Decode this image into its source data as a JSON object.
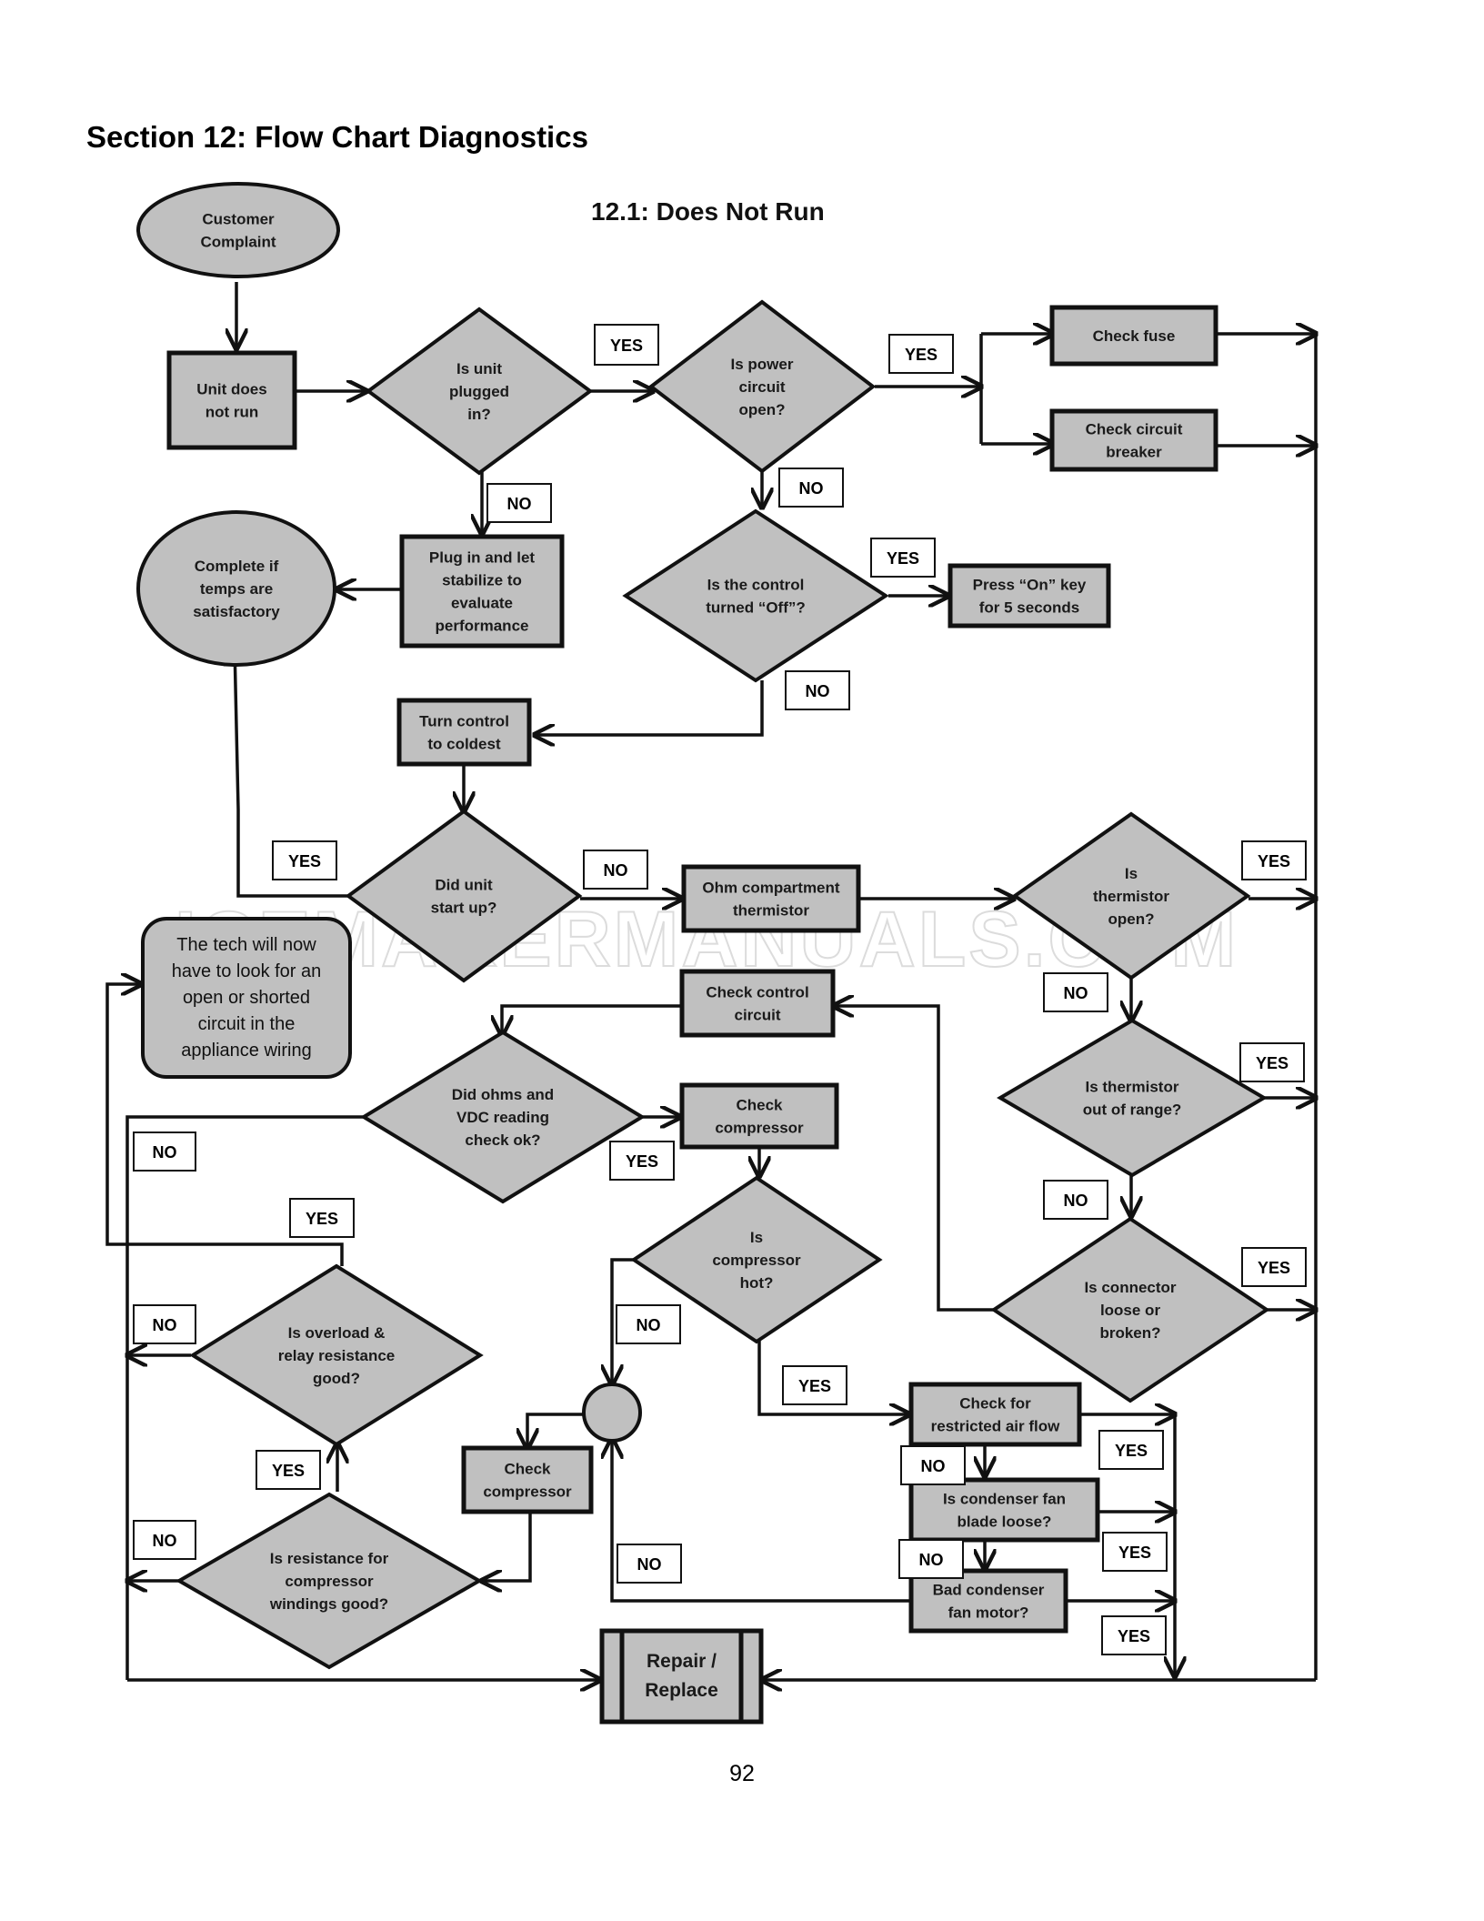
{
  "page": {
    "title": "Section 12: Flow Chart Diagnostics",
    "chart_title": "12.1: Does Not Run",
    "page_number": "92",
    "watermark": "ICEMAKERMANUALS.COM"
  },
  "colors": {
    "node_fill": "#c0c0c0",
    "stroke": "#111111",
    "background": "#ffffff"
  },
  "nodes": {
    "customer_complaint": "Customer\nComplaint",
    "unit_does_not_run": "Unit does\nnot run",
    "is_unit_plugged_in": "Is unit\nplugged\nin?",
    "is_power_circuit_open": "Is power\ncircuit\nopen?",
    "check_fuse": "Check fuse",
    "check_circuit_breaker": "Check circuit\nbreaker",
    "complete_if_temps": "Complete if\ntemps are\nsatisfactory",
    "plug_in_and_let_stabilize": "Plug in and let\nstabilize to\nevaluate\nperformance",
    "is_control_turned_off": "Is the control\nturned “Off”?",
    "press_on_key": "Press “On” key\nfor 5 seconds",
    "turn_control_to_coldest": "Turn control\nto coldest",
    "did_unit_start_up": "Did unit\nstart up?",
    "ohm_compartment_thermistor": "Ohm compartment\nthermistor",
    "is_thermistor_open": "Is\nthermistor\nopen?",
    "tech_will_look": "The tech will now\nhave to look for an\nopen or shorted\ncircuit in the\nappliance wiring",
    "check_control_circuit": "Check control\ncircuit",
    "is_thermistor_out_of_range": "Is thermistor\nout of range?",
    "did_ohms_and_vdc": "Did ohms and\nVDC reading\ncheck ok?",
    "check_compressor_1": "Check\ncompressor",
    "is_compressor_hot": "Is\ncompressor\nhot?",
    "is_connector_loose": "Is connector\nloose or\nbroken?",
    "is_overload_relay_good": "Is overload &\nrelay resistance\ngood?",
    "check_restricted_air_flow": "Check for\nrestricted air flow",
    "is_condenser_fan_blade_loose": "Is condenser fan\nblade loose?",
    "check_compressor_2": "Check\ncompressor",
    "bad_condenser_fan_motor": "Bad condenser\nfan motor?",
    "is_resistance_windings_good": "Is resistance for\ncompressor\nwindings good?",
    "repair_replace": "Repair /\nReplace"
  },
  "labels": {
    "plugged_yes": "YES",
    "power_open_yes": "YES",
    "plugged_no": "NO",
    "power_open_no": "NO",
    "control_off_yes": "YES",
    "control_off_no": "NO",
    "startup_yes": "YES",
    "startup_no": "NO",
    "thermistor_open_yes": "YES",
    "thermistor_open_no": "NO",
    "out_of_range_yes": "YES",
    "ohms_vdc_no": "NO",
    "ohms_vdc_yes": "YES",
    "out_of_range_no": "NO",
    "overload_yes": "YES",
    "connector_yes": "YES",
    "overload_no": "NO",
    "compressor_hot_no": "NO",
    "compressor_hot_yes": "YES",
    "air_flow_yes": "YES",
    "windings_yes": "YES",
    "air_flow_no": "NO",
    "windings_no": "NO",
    "fan_blade_yes": "YES",
    "fan_blade_no": "NO",
    "fan_motor_no": "NO",
    "fan_motor_yes": "YES"
  }
}
